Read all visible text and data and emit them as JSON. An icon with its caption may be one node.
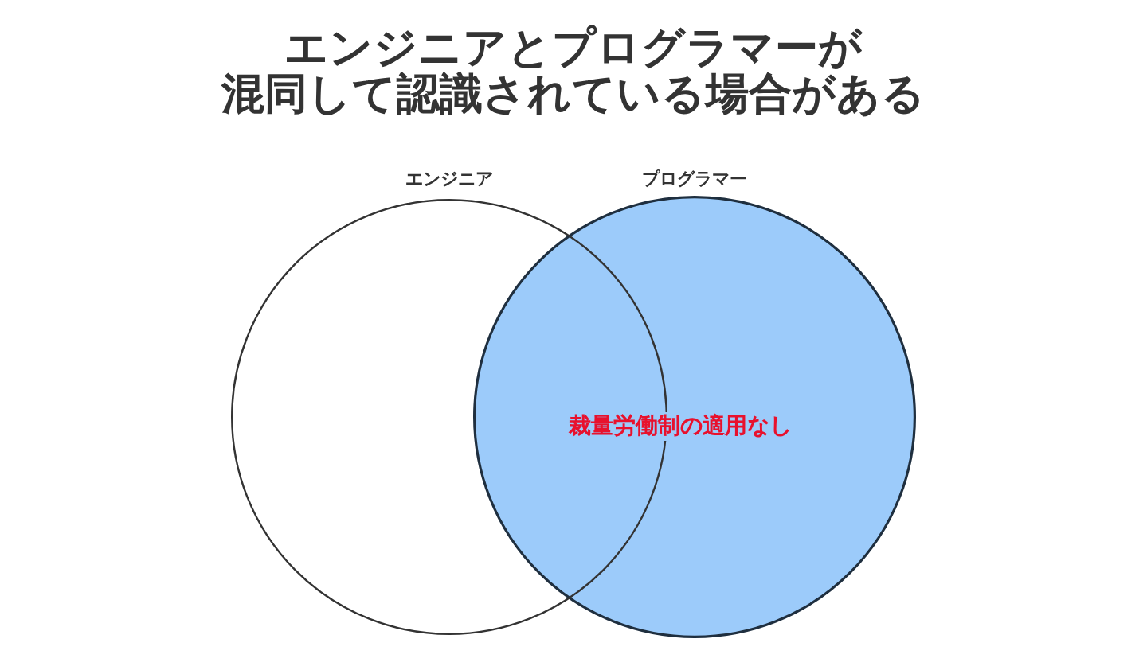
{
  "diagram": {
    "title": "エンジニアとプログラマーが混同して認識されている場合がある",
    "nodes": [
      {
        "text": [
          "エンジニア"
        ]
      },
      {
        "text": [
          "プログラマー",
          "裁量労働制の適用なし"
        ]
      }
    ]
  }
}
